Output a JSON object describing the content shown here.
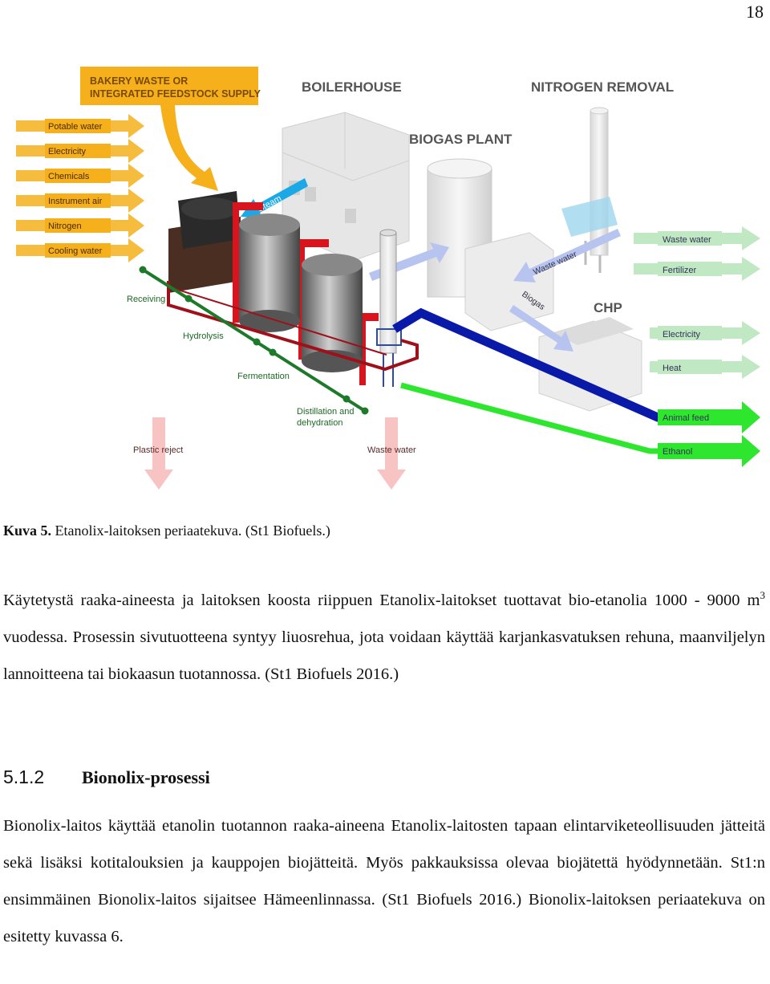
{
  "page_number": "18",
  "figure": {
    "feedstock_supply": [
      "BAKERY WASTE OR",
      "INTEGRATED FEEDSTOCK SUPPLY"
    ],
    "boilerhouse": "BOILERHOUSE",
    "nitrogen_removal": "NITROGEN REMOVAL",
    "biogas_plant": "BIOGAS PLANT",
    "chp": "CHP",
    "inputs": [
      "Potable water",
      "Electricity",
      "Chemicals",
      "Instrument air",
      "Nitrogen",
      "Cooling water"
    ],
    "stages": [
      "Receiving",
      "Hydrolysis",
      "Fermentation",
      "Distillation and",
      "dehydration"
    ],
    "outputs": [
      "Waste water",
      "Fertilizer",
      "Electricity",
      "Heat",
      "Animal feed",
      "Ethanol"
    ],
    "bottom_outputs": [
      "Plastic reject",
      "Waste water"
    ],
    "flows": {
      "steam": "Steam",
      "waste_water": "Waste water",
      "biogas": "Biogas"
    },
    "colors": {
      "feed_arrow": "#f5b01c",
      "output_light_green": "#bfe8c3",
      "output_green": "#2ee62e",
      "pink_arrow": "#f8c3c3",
      "blue_pipe": "#0a1aa8",
      "red_frame": "#d8141e",
      "light_blue": "#b8c4f0"
    }
  },
  "caption": {
    "label": "Kuva 5.",
    "text": " Etanolix-laitoksen periaatekuva. (St1 Biofuels.)"
  },
  "paragraph1": {
    "a": "Käytetystä raaka-aineesta ja laitoksen koosta riippuen Etanolix-laitokset tuottavat bio-etanolia 1000 - 9000 m",
    "sup": "3",
    "b": " vuodessa. Prosessin sivutuotteena syntyy liuosrehua, jota voidaan käyttää karjankasvatuksen rehuna, maanviljelyn lannoitteena tai biokaasun tuotannossa. (St1 Biofuels 2016.)"
  },
  "heading": {
    "number": "5.1.2",
    "title": "Bionolix-prosessi"
  },
  "paragraph2": "Bionolix-laitos käyttää etanolin tuotannon raaka-aineena Etanolix-laitosten tapaan elintarviketeollisuuden jätteitä sekä lisäksi kotitalouksien ja kauppojen biojätteitä. Myös pakkauksissa olevaa biojätettä hyödynnetään. St1:n ensimmäinen Bionolix-laitos sijaitsee Hämeenlinnassa. (St1 Biofuels 2016.) Bionolix-laitoksen periaatekuva on esitetty kuvassa 6."
}
